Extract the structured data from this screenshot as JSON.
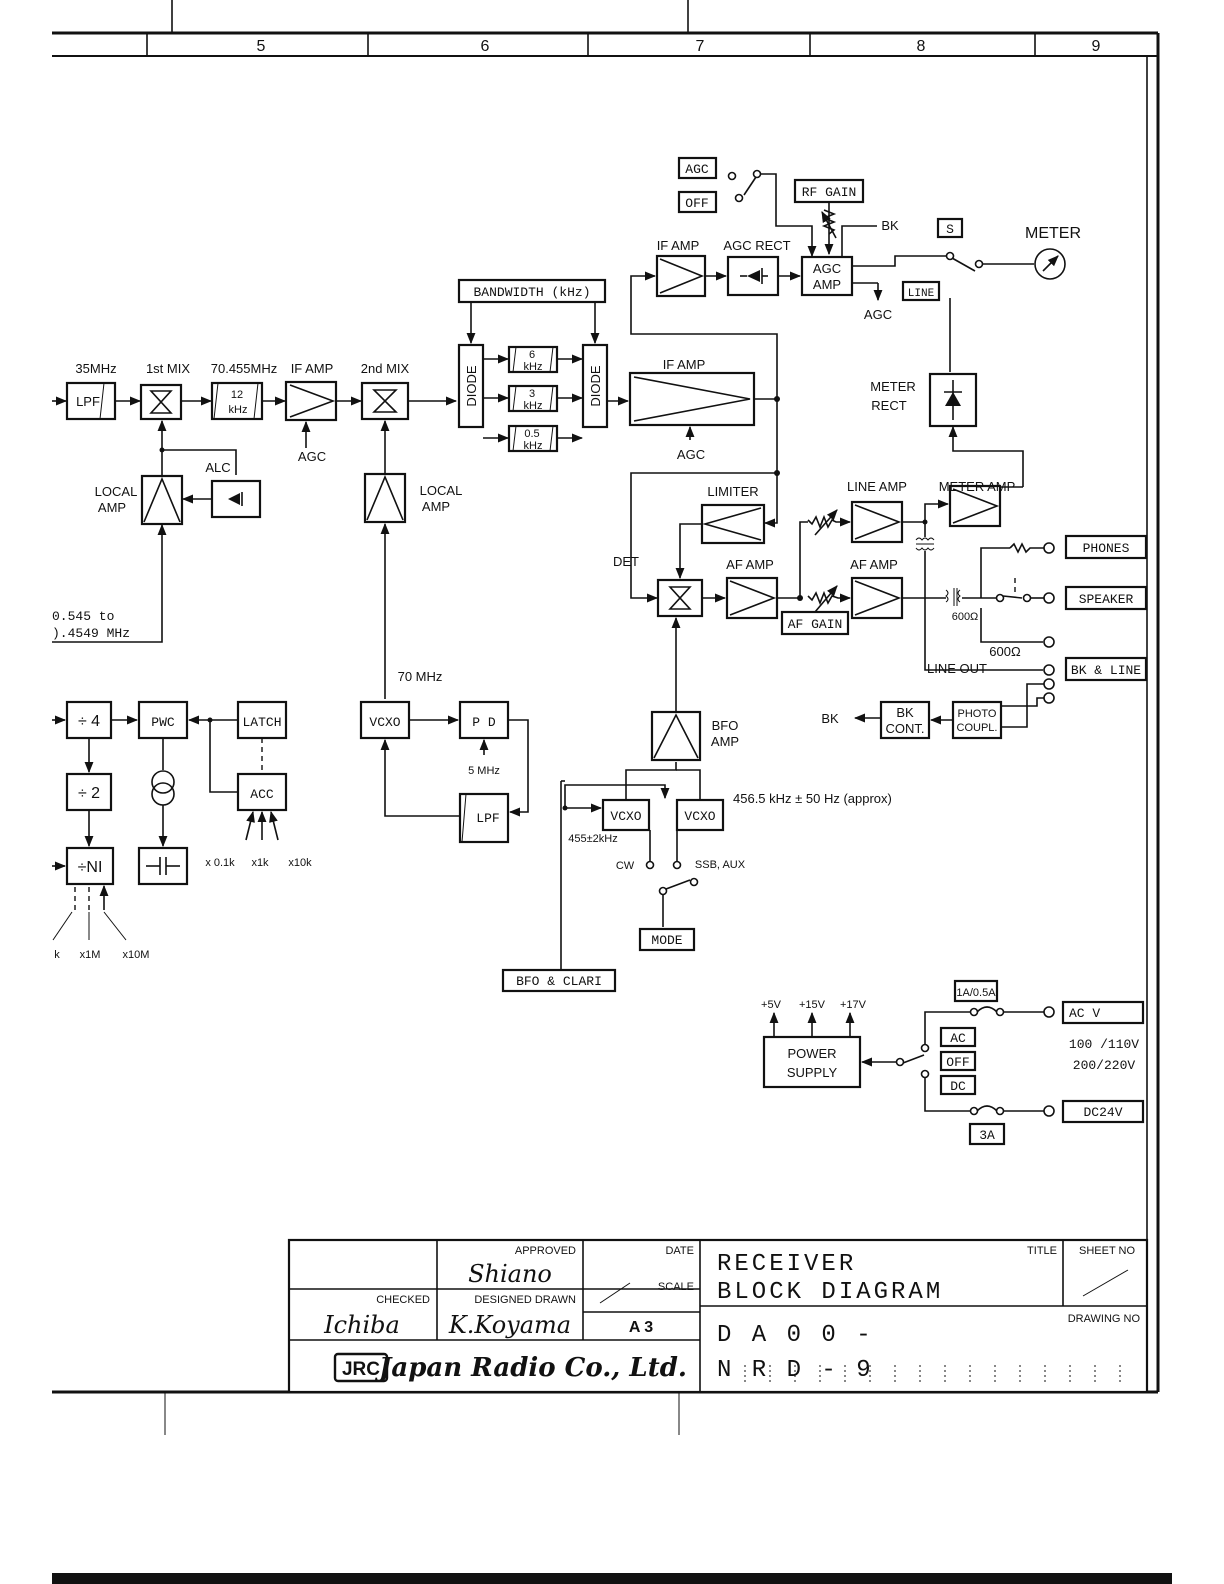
{
  "border": {
    "zones": [
      "5",
      "6",
      "7",
      "8",
      "9"
    ]
  },
  "rf_chain": {
    "freq_35": "35MHz",
    "first_mix": "1st MIX",
    "freq_70455": "70.455MHz",
    "if_amp_1": "IF AMP",
    "second_mix": "2nd MIX",
    "lpf": "LPF",
    "filter_12": "12",
    "filter_12_unit": "kHz",
    "agc_1": "AGC",
    "alc": "ALC",
    "local_amp_a_1": "LOCAL",
    "local_amp_a_2": "AMP",
    "local_amp_b_1": "LOCAL",
    "local_amp_b_2": "AMP",
    "range_1": "0.545  to",
    "range_2": ").4549 MHz",
    "freq_70": "70 MHz"
  },
  "bandwidth": {
    "title": "BANDWIDTH (kHz)",
    "diode": "DIODE",
    "f6": "6",
    "f3": "3",
    "f05": "0.5",
    "unit": "kHz"
  },
  "if_section": {
    "if_amp_main": "IF  AMP",
    "agc_2": "AGC",
    "if_amp_small": "IF AMP",
    "agc_rect": "AGC  RECT",
    "agc_amp_1": "AGC",
    "agc_amp_2": "AMP",
    "agc_out": "AGC",
    "agc_switch": "AGC",
    "off_switch": "OFF",
    "rf_gain": "RF GAIN",
    "bk": "BK",
    "s_label": "S",
    "line_label": "LINE",
    "meter": "METER",
    "meter_rect_1": "METER",
    "meter_rect_2": "RECT"
  },
  "audio": {
    "limiter": "LIMITER",
    "det": "DET",
    "af_amp_1": "AF AMP",
    "af_amp_2": "AF  AMP",
    "line_amp": "LINE  AMP",
    "meter_amp": "METER  AMP",
    "af_gain": "AF GAIN",
    "phones": "PHONES",
    "speaker": "SPEAKER",
    "ohm_1": "600Ω",
    "ohm_2": "600Ω",
    "line_out": "LINE OUT",
    "bk_line": "BK & LINE",
    "bk_2": "BK",
    "bk_cont_1": "BK",
    "bk_cont_2": "CONT.",
    "photo_1": "PHOTO",
    "photo_2": "COUPL."
  },
  "synth": {
    "div4": "÷ 4",
    "div2": "÷ 2",
    "divn": "÷NI",
    "pwc": "PWC",
    "latch": "LATCH",
    "acc": "ACC",
    "m01k": "x 0.1k",
    "m1k": "x1k",
    "m10k": "x10k",
    "mk": "k",
    "m1m": "x1M",
    "m10m": "x10M",
    "vcxo": "VCXO",
    "pd": "P D",
    "f5mhz": "5 MHz",
    "lpf2": "LPF"
  },
  "bfo": {
    "bfo_amp_1": "BFO",
    "bfo_amp_2": "AMP",
    "vcxo_a": "VCXO",
    "vcxo_b": "VCXO",
    "freq_4565": "456.5 kHz ± 50 Hz (approx)",
    "freq_455": "455±2kHz",
    "cw": "CW",
    "ssb": "SSB, AUX",
    "mode": "MODE",
    "bfo_clar": "BFO & CLARI"
  },
  "power": {
    "v5": "+5V",
    "v15": "+15V",
    "v17": "+17V",
    "supply_1": "POWER",
    "supply_2": "SUPPLY",
    "fuse1": "1A/0.5A",
    "ac_sw": "AC",
    "off_sw": "OFF",
    "dc_sw": "DC",
    "ac_in": "AC        V",
    "v_a": "100 /110V",
    "v_b": "200/220V",
    "dc24": "DC24V",
    "fuse2": "3A"
  },
  "title_block": {
    "approved": "APPROVED",
    "date": "DATE",
    "checked": "CHECKED",
    "designed": "DESIGNED DRAWN",
    "scale": "SCALE",
    "size": "A 3",
    "title_label": "TITLE",
    "title_1": "RECEIVER",
    "title_2": "BLOCK  DIAGRAM",
    "sheet_no": "SHEET NO",
    "drawing_no_label": "DRAWING NO",
    "drawing_no_1": "D A 0 0  -",
    "drawing_no_2": "N R D - 9",
    "sig_approved": "Shiano",
    "sig_checked": "Ichiba",
    "sig_drawn": "K.Koyama",
    "jrc": "JRC",
    "company": "Japan Radio Co., Ltd."
  }
}
